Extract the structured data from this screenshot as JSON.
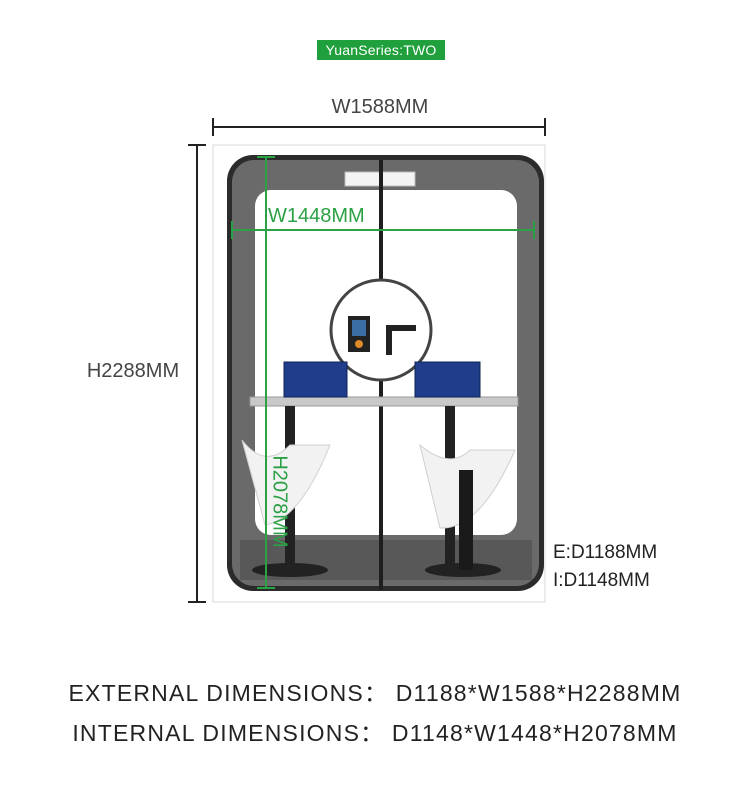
{
  "series_badge": "YuanSeries:TWO",
  "dimensions": {
    "external_width": "W1588MM",
    "external_height": "H2288MM",
    "internal_width": "W1448MM",
    "internal_height": "H2078MM",
    "external_depth": "E:D1188MM",
    "internal_depth": "I:D1148MM"
  },
  "specs": {
    "external": "EXTERNAL DIMENSIONS： D1188*W1588*H2288MM",
    "internal": "INTERNAL DIMENSIONS： D1148*W1448*H2078MM"
  },
  "colors": {
    "badge_green": "#1fa03c",
    "measure_green": "#2aa144",
    "frame_dark": "#2b2b2b",
    "wall_gray": "#5a5a5a"
  }
}
